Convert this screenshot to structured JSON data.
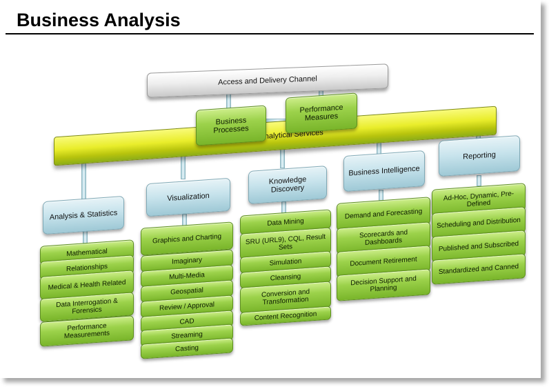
{
  "title": "Business Analysis",
  "access_channel": "Access and Delivery Channel",
  "services_bar": "Business Analytical Services",
  "upper_boxes": [
    "Business Processes",
    "Performance Measures"
  ],
  "columns": [
    {
      "header": "Analysis & Statistics",
      "items": [
        "Mathematical",
        "Relationships",
        "Medical & Health Related",
        "Data Interrogation & Forensics",
        "Performance Measurements"
      ]
    },
    {
      "header": "Visualization",
      "items": [
        "Graphics and Charting",
        "Imaginary",
        "Multi-Media",
        "Geospatial",
        "Review / Approval",
        "CAD",
        "Streaming",
        "Casting"
      ]
    },
    {
      "header": "Knowledge Discovery",
      "items": [
        "Data Mining",
        "SRU (URL9), CQL, Result Sets",
        "Simulation",
        "Cleansing",
        "Conversion and Transformation",
        "Content Recognition"
      ]
    },
    {
      "header": "Business Intelligence",
      "items": [
        "Demand and Forecasting",
        "Scorecards and Dashboards",
        "Document Retirement",
        "Decision Support and Planning"
      ]
    },
    {
      "header": "Reporting",
      "items": [
        "Ad-Hoc, Dynamic, Pre-Defined",
        "Scheduling and Distribution",
        "Published and Subscribed",
        "Standardized and Canned"
      ]
    }
  ]
}
